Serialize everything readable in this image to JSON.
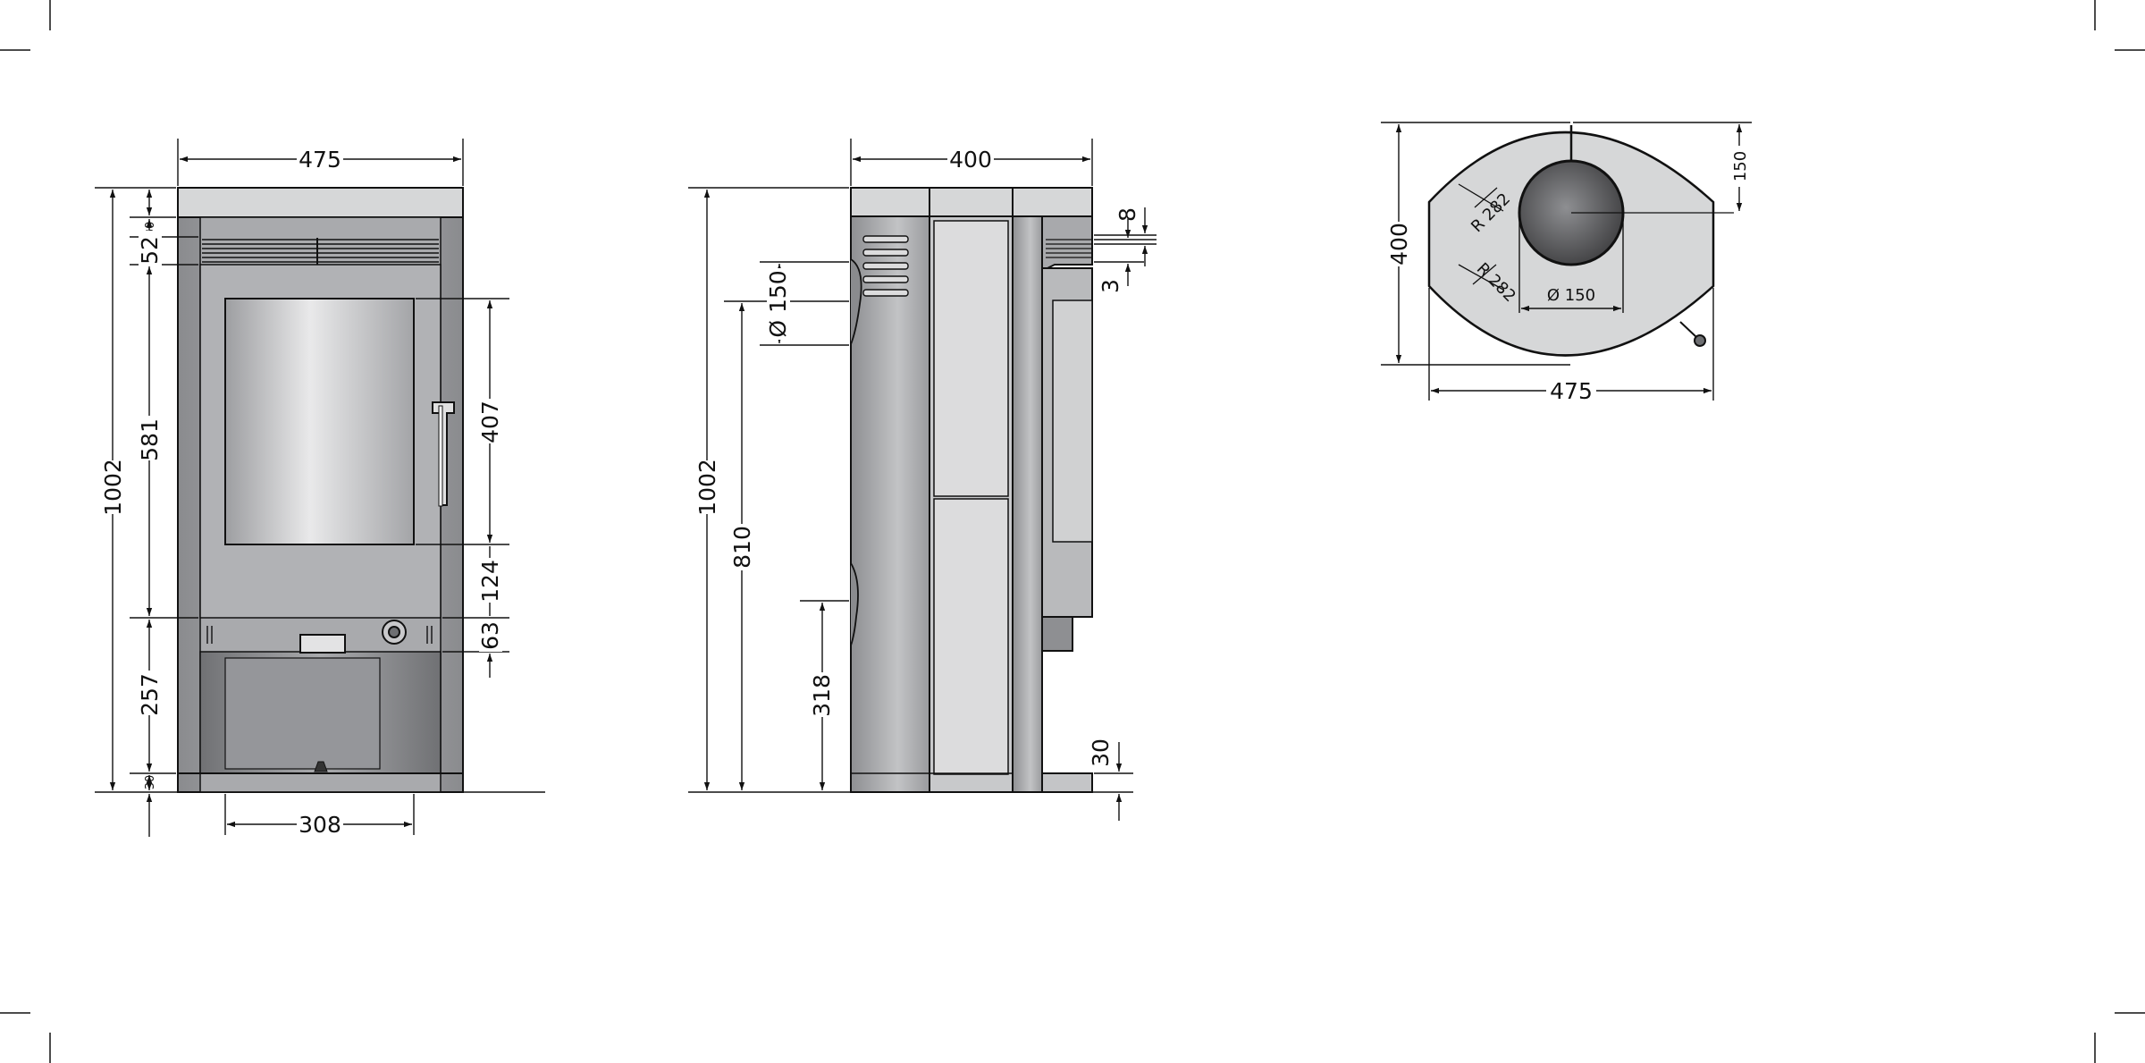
{
  "colors": {
    "line": "#111111",
    "steel_dark": "#7f8083",
    "steel_mid": "#a6a7aa",
    "steel_light": "#d9dadb",
    "glass_light": "#eaeaea",
    "flue_dark": "#4a4a4c"
  },
  "front_view": {
    "width_top": "475",
    "height_total": "1002",
    "top_gap": "30",
    "vent_height": "52",
    "door_height": "581",
    "glass_height": "407",
    "glass_bottom_gap": "124",
    "ash_height": "63",
    "base_height": "257",
    "bottom_gap": "30",
    "width_bottom": "308"
  },
  "side_view": {
    "depth_top": "400",
    "height_total": "1002",
    "flue_height": "810",
    "flue_diameter": "Ø 150",
    "air_inlet_height": "318",
    "vent_spacing": "8",
    "vent_offset": "3",
    "foot_height": "30"
  },
  "top_view": {
    "depth": "400",
    "width": "475",
    "flue_offset": "150",
    "radius_upper": "R 282",
    "radius_lower": "R 282",
    "flue_diameter": "Ø 150"
  }
}
